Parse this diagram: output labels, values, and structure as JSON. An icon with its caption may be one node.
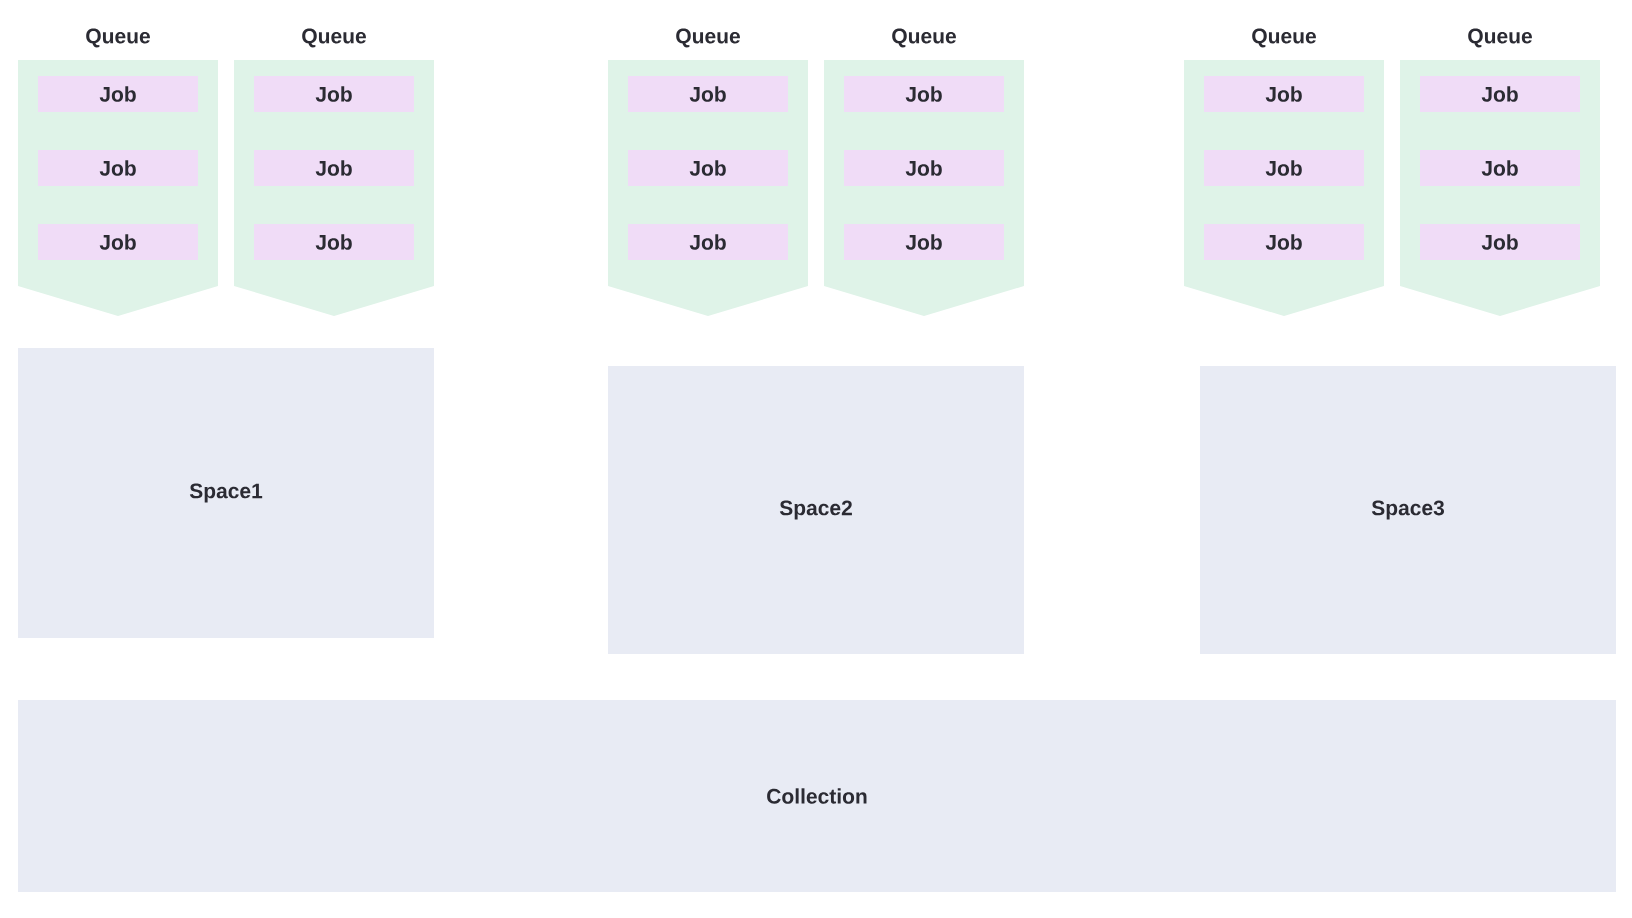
{
  "diagram": {
    "nodes": [
      {
        "text": [
          "Queue"
        ]
      },
      {
        "text": [
          "Job"
        ],
        "in": 0
      },
      {
        "text": [
          "Job"
        ],
        "in": 0
      },
      {
        "text": [
          "Job"
        ],
        "in": 0
      },
      {
        "text": [
          "Queue"
        ]
      },
      {
        "text": [
          "Job"
        ],
        "in": 4
      },
      {
        "text": [
          "Job"
        ],
        "in": 4
      },
      {
        "text": [
          "Job"
        ],
        "in": 4
      },
      {
        "text": [
          "Queue"
        ]
      },
      {
        "text": [
          "Job"
        ],
        "in": 8
      },
      {
        "text": [
          "Job"
        ],
        "in": 8
      },
      {
        "text": [
          "Job"
        ],
        "in": 8
      },
      {
        "text": [
          "Queue"
        ]
      },
      {
        "text": [
          "Job"
        ],
        "in": 12
      },
      {
        "text": [
          "Job"
        ],
        "in": 12
      },
      {
        "text": [
          "Job"
        ],
        "in": 12
      },
      {
        "text": [
          "Queue"
        ]
      },
      {
        "text": [
          "Job"
        ],
        "in": 16
      },
      {
        "text": [
          "Job"
        ],
        "in": 16
      },
      {
        "text": [
          "Job"
        ],
        "in": 16
      },
      {
        "text": [
          "Queue"
        ]
      },
      {
        "text": [
          "Job"
        ],
        "in": 20
      },
      {
        "text": [
          "Job"
        ],
        "in": 20
      },
      {
        "text": [
          "Job"
        ],
        "in": 20
      },
      {
        "text": [
          "Space1"
        ]
      },
      {
        "text": [
          "Space2"
        ]
      },
      {
        "text": [
          "Space3"
        ]
      },
      {
        "text": [
          "Collection"
        ]
      }
    ]
  }
}
